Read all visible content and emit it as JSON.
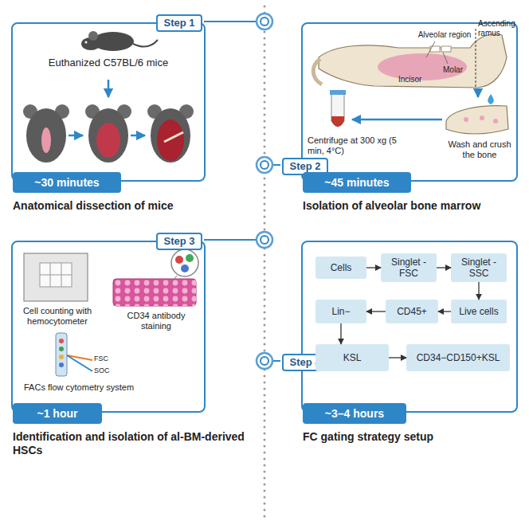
{
  "diagram": {
    "nodes": [
      {
        "text": [
          "Step 1",
          "Anatomical dissection of mice"
        ]
      },
      {
        "text": [
          "~30 minutes"
        ],
        "in": 0
      },
      {
        "text": [
          "Step 2",
          "Isolation of alveolar bone marrow"
        ]
      },
      {
        "text": [
          "~45 minutes"
        ],
        "in": 2
      },
      {
        "text": [
          "Step 3",
          "Identification and isolation of al-BM-derived HSCs"
        ]
      },
      {
        "text": [
          "~1 hour"
        ],
        "in": 4
      },
      {
        "text": [
          "Step 4",
          "FC gating strategy setup"
        ]
      },
      {
        "text": [
          "Cells"
        ],
        "in": 6
      },
      {
        "text": [
          "Singlet -FSC"
        ],
        "in": 6
      },
      {
        "text": [
          "Singlet -SSC"
        ],
        "in": 6
      },
      {
        "text": [
          "Live cells"
        ],
        "in": 6
      },
      {
        "text": [
          "CD45+"
        ],
        "in": 6
      },
      {
        "text": [
          "Lin−"
        ],
        "in": 6
      },
      {
        "text": [
          "KSL"
        ],
        "in": 6
      },
      {
        "text": [
          "CD34−CD150+KSL"
        ],
        "in": 6
      },
      {
        "text": [
          "~3–4 hours"
        ],
        "in": 6
      }
    ],
    "edges": [
      {
        "from": 7,
        "to": 8,
        "arrow": "to"
      },
      {
        "from": 8,
        "to": 9,
        "arrow": "to"
      },
      {
        "from": 9,
        "to": 10,
        "arrow": "to"
      },
      {
        "from": 10,
        "to": 11,
        "arrow": "to"
      },
      {
        "from": 11,
        "to": 12,
        "arrow": "to"
      },
      {
        "from": 12,
        "to": 13,
        "arrow": "to"
      },
      {
        "from": 13,
        "to": 14,
        "arrow": "to"
      }
    ],
    "labels": [
      "Euthanized C57BL/6 mice",
      "Alveolar region",
      "Ascending ramus",
      "Molar",
      "Incisor",
      "Wash and crush the bone",
      "Centrifuge at 300 xg (5 min, 4°C)",
      "Cell counting with hemocytometer",
      "CD34 antibody staining",
      "FACs flow cytometry system",
      "FSC",
      "SOC"
    ]
  }
}
